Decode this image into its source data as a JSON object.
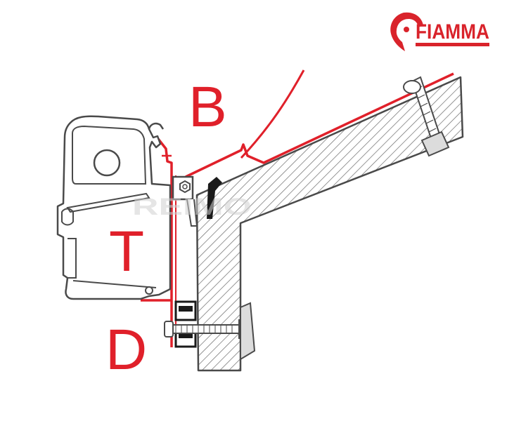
{
  "brand": {
    "name": "FIAMMA",
    "color": "#d9232b"
  },
  "watermark": {
    "text": "REIMO"
  },
  "labels": {
    "b": "B",
    "t": "T",
    "d": "D"
  },
  "colors": {
    "adapter_red": "#e0202a",
    "outline": "#4a4a4a",
    "hatch": "#6a6a6a",
    "fill_gray": "#dcdcdc",
    "dark_part": "#1a1a1a"
  },
  "icons": [
    "fiamma-logo-icon",
    "bolt-icon",
    "nut-icon",
    "roller-icon"
  ]
}
